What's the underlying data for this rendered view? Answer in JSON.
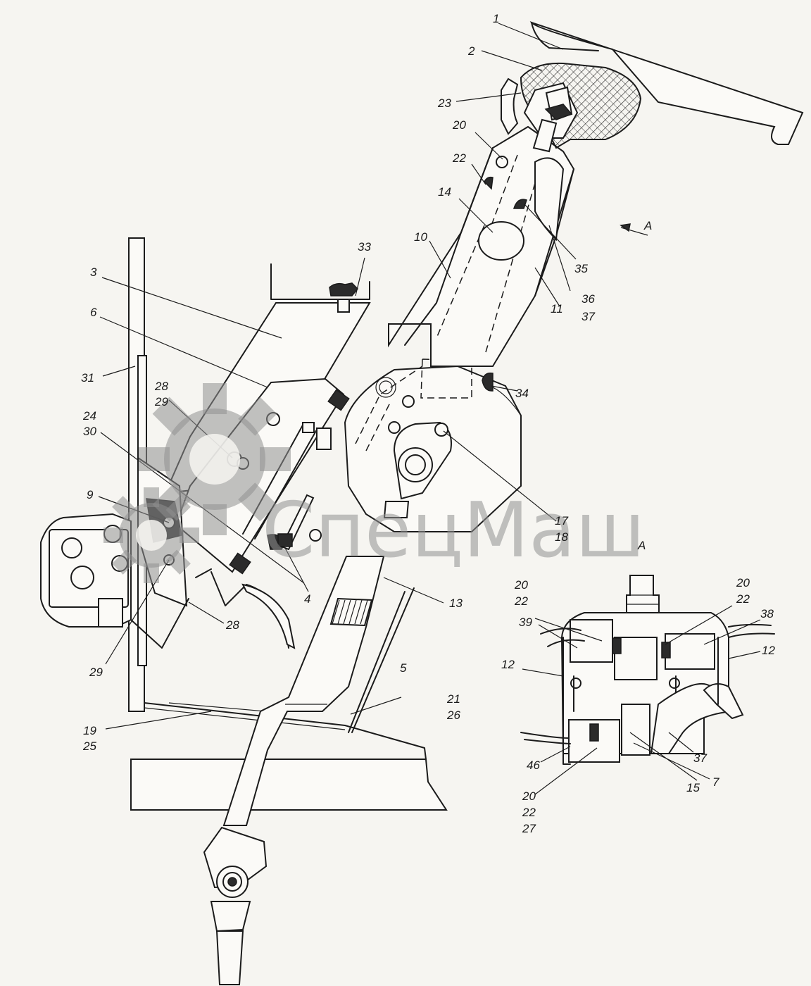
{
  "watermark": {
    "text": "СпецМаш"
  },
  "view_marks": [
    "A",
    "A"
  ],
  "callouts": [
    {
      "id": "c1",
      "lines": [
        "1"
      ]
    },
    {
      "id": "c2",
      "lines": [
        "2"
      ]
    },
    {
      "id": "c23",
      "lines": [
        "23"
      ]
    },
    {
      "id": "c20a",
      "lines": [
        "20"
      ]
    },
    {
      "id": "c22a",
      "lines": [
        "22"
      ]
    },
    {
      "id": "c14",
      "lines": [
        "14"
      ]
    },
    {
      "id": "c10",
      "lines": [
        "10"
      ]
    },
    {
      "id": "c11",
      "lines": [
        "11"
      ]
    },
    {
      "id": "c35",
      "lines": [
        "35"
      ]
    },
    {
      "id": "c3637",
      "lines": [
        "36",
        "37"
      ]
    },
    {
      "id": "c33",
      "lines": [
        "33"
      ]
    },
    {
      "id": "c3",
      "lines": [
        "3"
      ]
    },
    {
      "id": "c6",
      "lines": [
        "6"
      ]
    },
    {
      "id": "c31",
      "lines": [
        "31"
      ]
    },
    {
      "id": "c34",
      "lines": [
        "34"
      ]
    },
    {
      "id": "c2829",
      "lines": [
        "28",
        "29"
      ]
    },
    {
      "id": "c2430",
      "lines": [
        "24",
        "30"
      ]
    },
    {
      "id": "c9",
      "lines": [
        "9"
      ]
    },
    {
      "id": "c1718",
      "lines": [
        "17",
        "18"
      ]
    },
    {
      "id": "c4",
      "lines": [
        "4"
      ]
    },
    {
      "id": "c13",
      "lines": [
        "13"
      ]
    },
    {
      "id": "c28",
      "lines": [
        "28"
      ]
    },
    {
      "id": "c29",
      "lines": [
        "29"
      ]
    },
    {
      "id": "c5",
      "lines": [
        "5"
      ]
    },
    {
      "id": "c2126",
      "lines": [
        "21",
        "26"
      ]
    },
    {
      "id": "c1925",
      "lines": [
        "19",
        "25"
      ]
    },
    {
      "id": "cA2022l",
      "lines": [
        "20",
        "22"
      ]
    },
    {
      "id": "cA2022r",
      "lines": [
        "20",
        "22"
      ]
    },
    {
      "id": "c39",
      "lines": [
        "39"
      ]
    },
    {
      "id": "c38",
      "lines": [
        "38"
      ]
    },
    {
      "id": "c12l",
      "lines": [
        "12"
      ]
    },
    {
      "id": "c12r",
      "lines": [
        "12"
      ]
    },
    {
      "id": "c46",
      "lines": [
        "46"
      ]
    },
    {
      "id": "c37",
      "lines": [
        "37"
      ]
    },
    {
      "id": "c15",
      "lines": [
        "15"
      ]
    },
    {
      "id": "c7",
      "lines": [
        "7"
      ]
    },
    {
      "id": "c202227",
      "lines": [
        "20",
        "22",
        "27"
      ]
    }
  ]
}
